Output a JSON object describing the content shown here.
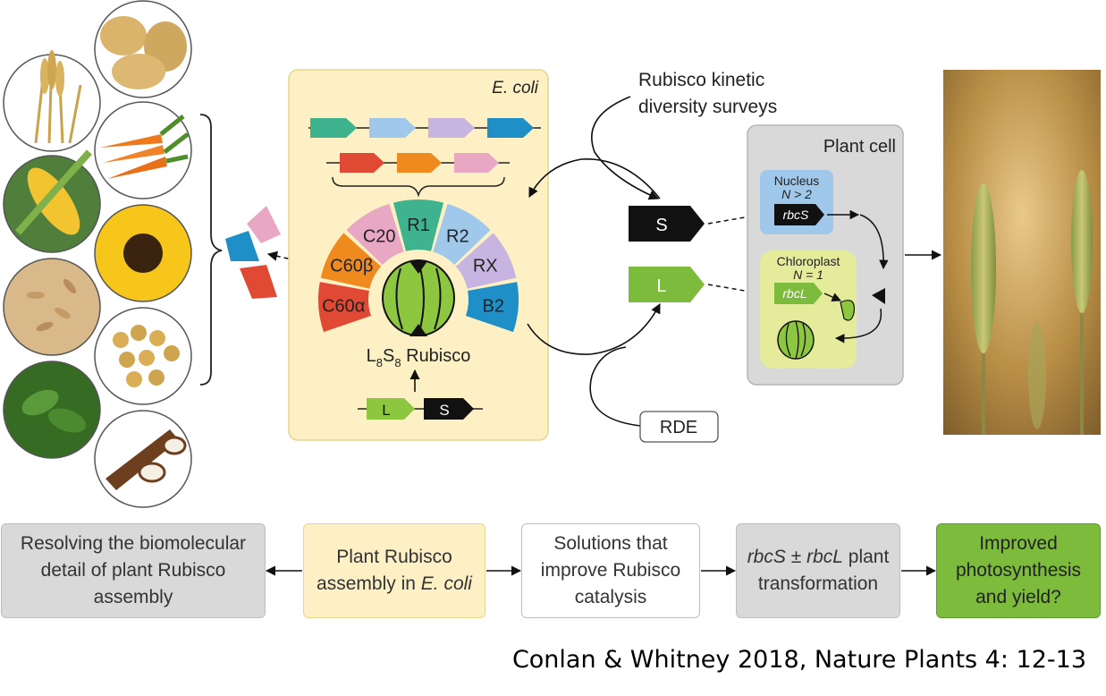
{
  "ecoli_box": {
    "title": "E. coli"
  },
  "surveys_label": [
    "Rubisco kinetic",
    "diversity surveys"
  ],
  "plant_cell": {
    "title": "Plant cell",
    "nucleus_title": "Nucleus",
    "nucleus_n": "N > 2",
    "chloroplast_title": "Chloroplast",
    "chloroplast_n": "N = 1",
    "rbcs_gene": "rbcS",
    "rbcl_gene": "rbcL"
  },
  "subunit_genes": {
    "small": "S",
    "large": "L"
  },
  "rde_label": "RDE",
  "rubisco_label": {
    "base": "L",
    "sub1": "8",
    "mid": "S",
    "sub2": "8",
    "tail": " Rubisco"
  },
  "chaperones": [
    {
      "label": "R1",
      "color": "#3fb28e"
    },
    {
      "label": "R2",
      "color": "#9fc8ea"
    },
    {
      "label": "RX",
      "color": "#c8b4e0"
    },
    {
      "label": "B2",
      "color": "#1f8fc8"
    },
    {
      "label": "C20",
      "color": "#e8a8c4"
    },
    {
      "label": "C60β",
      "color": "#ef8b1e"
    },
    {
      "label": "C60α",
      "color": "#e04a35"
    }
  ],
  "operon_colors": {
    "row1": [
      "#3fb28e",
      "#9fc8ea",
      "#c8b4e0",
      "#1f8fc8"
    ],
    "row2": [
      "#e04a35",
      "#ef8b1e",
      "#e8a8c4"
    ]
  },
  "flow": [
    {
      "text": "Resolving the biomolecular detail of plant Rubisco assembly",
      "style": "gray"
    },
    {
      "text": "Plant Rubisco assembly in E. coli",
      "style": "yellow"
    },
    {
      "text": "Solutions that improve Rubisco catalysis",
      "style": "white"
    },
    {
      "text": "rbcS ± rbcL plant transformation",
      "style": "gray"
    },
    {
      "text": "Improved photosynthesis and yield?",
      "style": "green"
    }
  ],
  "crops": [
    "wheat",
    "potato",
    "carrot",
    "maize",
    "sunflower",
    "rice",
    "soybean",
    "tobacco",
    "cassava"
  ],
  "citation": "Conlan & Whitney 2018, Nature Plants 4: 12-13"
}
